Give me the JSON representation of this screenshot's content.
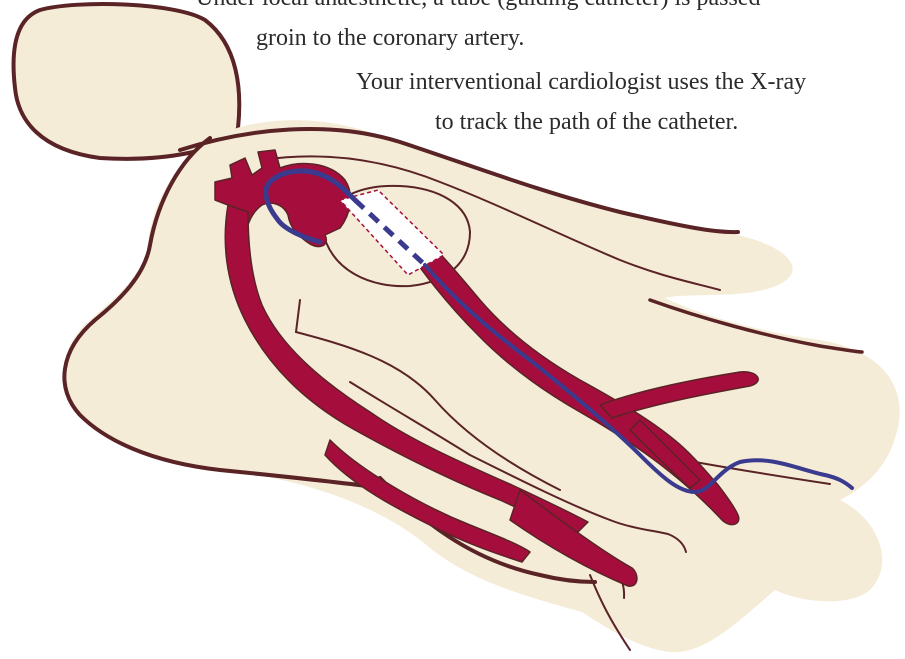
{
  "captions": {
    "line1": "Under local anaesthetic, a tube (guiding catheter) is passed",
    "line2": "groin to the coronary artery.",
    "line3": "Your interventional cardiologist uses the X-ray",
    "line4": "to track the path of the catheter."
  },
  "colors": {
    "skin": "#f5ecd7",
    "outline": "#5a2326",
    "artery": "#a50e3c",
    "catheter": "#3a3a8e",
    "xray_window": "#ffffff"
  }
}
